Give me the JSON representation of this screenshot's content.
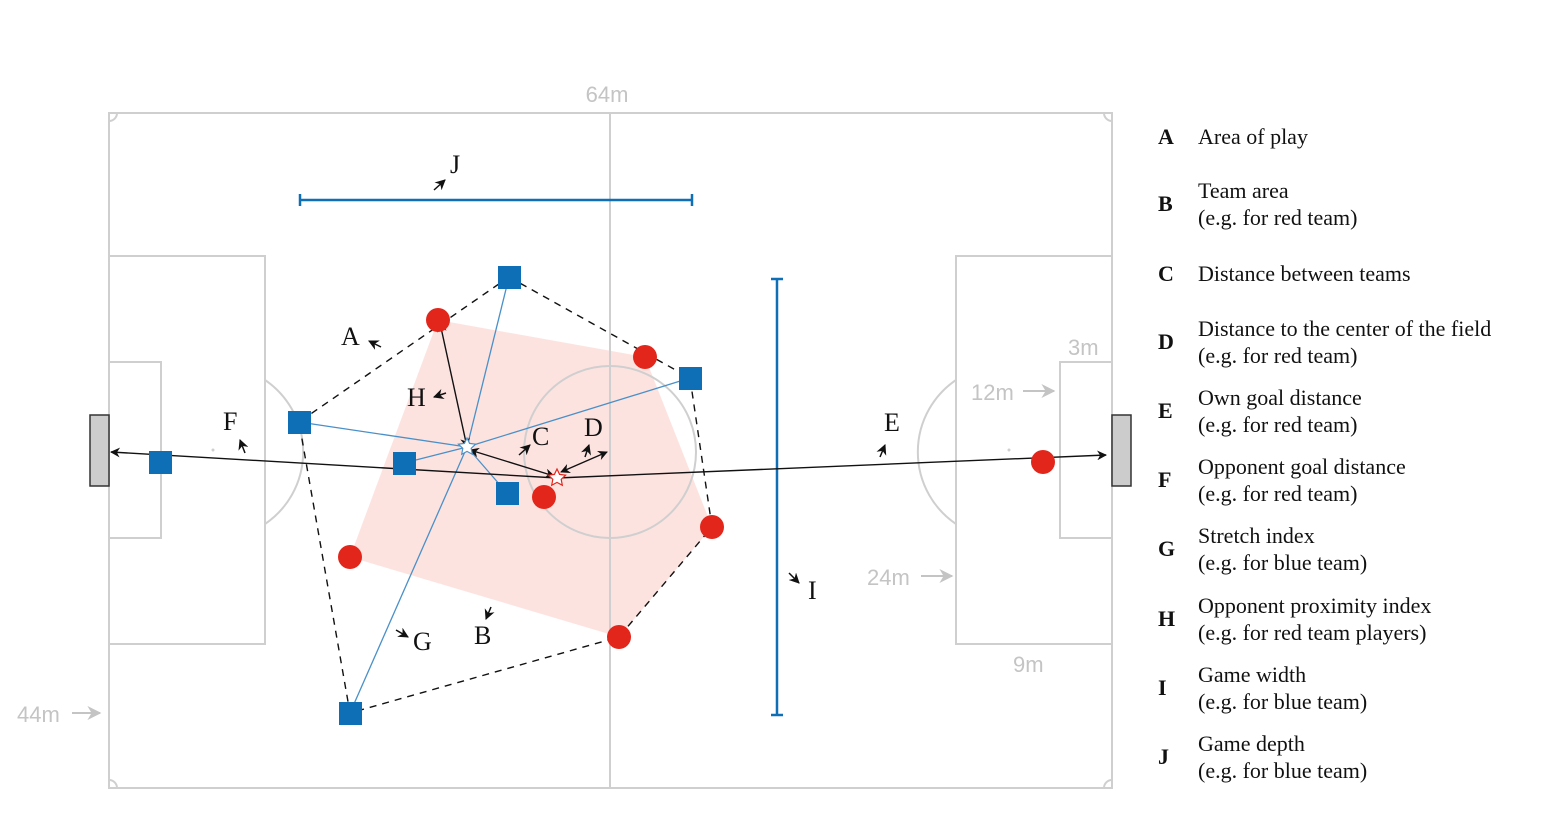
{
  "dimensions": {
    "width": "64m",
    "height": "44m",
    "penalty_width": "24m",
    "penalty_depth": "12m",
    "goal_area": "3m",
    "goal_area_depth": "9m"
  },
  "labels": [
    "A",
    "B",
    "C",
    "D",
    "E",
    "F",
    "G",
    "H",
    "I",
    "J"
  ],
  "legend": [
    {
      "key": "A",
      "line1": "Area of play",
      "line2": ""
    },
    {
      "key": "B",
      "line1": "Team area",
      "line2": "(e.g. for red team)"
    },
    {
      "key": "C",
      "line1": "Distance between teams",
      "line2": ""
    },
    {
      "key": "D",
      "line1": "Distance to the center of the field",
      "line2": "(e.g. for red team)"
    },
    {
      "key": "E",
      "line1": "Own goal distance",
      "line2": "(e.g. for red team)"
    },
    {
      "key": "F",
      "line1": "Opponent goal distance",
      "line2": "(e.g. for red team)"
    },
    {
      "key": "G",
      "line1": "Stretch index",
      "line2": "(e.g. for blue team)"
    },
    {
      "key": "H",
      "line1": "Opponent proximity index",
      "line2": "(e.g. for red team players)"
    },
    {
      "key": "I",
      "line1": "Game width",
      "line2": "(e.g. for blue team)"
    },
    {
      "key": "J",
      "line1": "Game depth",
      "line2": "(e.g. for blue team)"
    }
  ],
  "colors": {
    "red_team": "#e3261b",
    "blue_team": "#0e6fb6",
    "team_area_fill": "#fde3e0",
    "field_lines": "#cfcfcf",
    "goal": "#cccccc"
  }
}
